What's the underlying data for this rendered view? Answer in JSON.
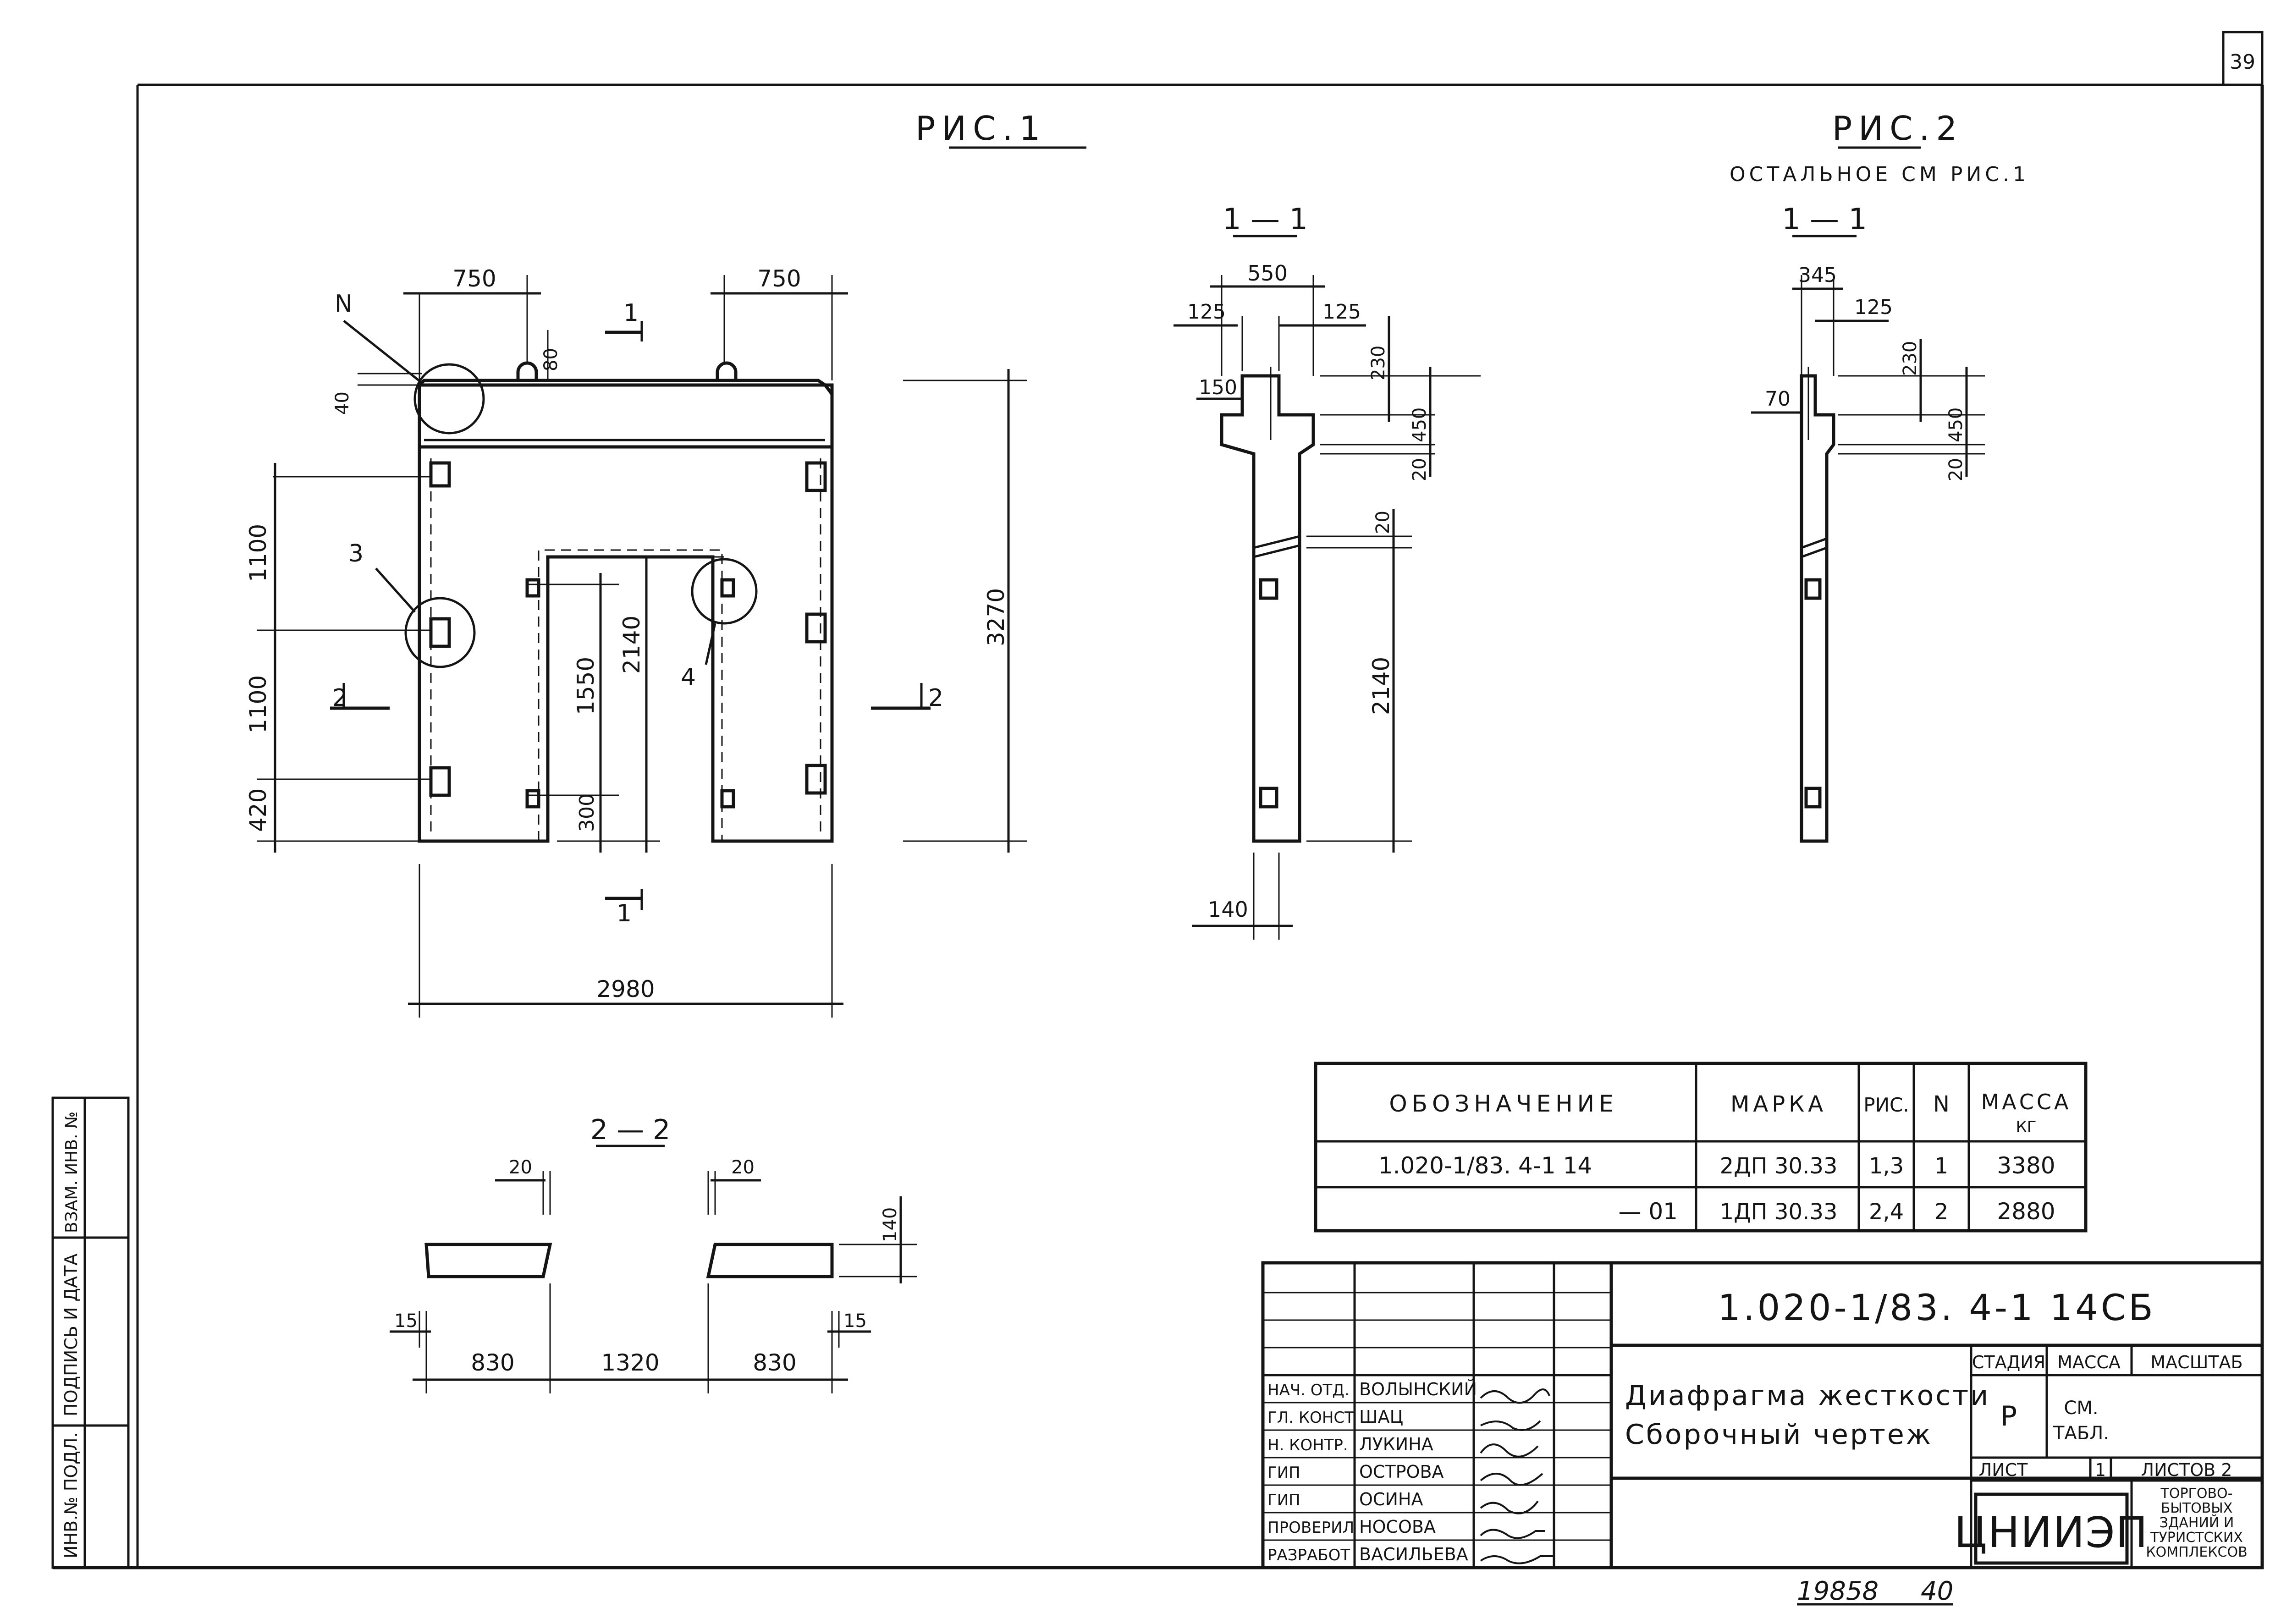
{
  "sheet_number": "39",
  "figures": {
    "fig1_title": "РИС.1",
    "fig2_title": "РИС.2",
    "fig2_note": "ОСТАЛЬНОЕ СМ РИС.1",
    "section_1_1": "1 — 1",
    "section_2_2": "2 — 2"
  },
  "fig1": {
    "dim_top_left": "750",
    "dim_top_right": "750",
    "dim_80": "80",
    "dim_40": "40",
    "dim_1100_top": "1100",
    "dim_1100_bottom": "1100",
    "dim_420": "420",
    "dim_1550": "1550",
    "dim_2140": "2140",
    "dim_300": "300",
    "dim_3270": "3270",
    "dim_2980": "2980",
    "callout_n": "N",
    "callout_3": "3",
    "callout_4": "4",
    "cut_1": "1",
    "cut_2": "2"
  },
  "section_a": {
    "dim_550": "550",
    "dim_125_left": "125",
    "dim_125_right": "125",
    "dim_150": "150",
    "dim_230": "230",
    "dim_450": "450",
    "dim_20_top": "20",
    "dim_20_mid": "20",
    "dim_2140": "2140",
    "dim_140": "140"
  },
  "section_b": {
    "dim_345": "345",
    "dim_125": "125",
    "dim_70": "70",
    "dim_230": "230",
    "dim_450": "450",
    "dim_20": "20"
  },
  "section_22": {
    "dim_20_left": "20",
    "dim_20_right": "20",
    "dim_140": "140",
    "dim_15_left": "15",
    "dim_15_right": "15",
    "dim_830_left": "830",
    "dim_1320": "1320",
    "dim_830_right": "830"
  },
  "spec_table": {
    "headers": [
      "ОБОЗНАЧЕНИЕ",
      "МАРКА",
      "РИС.",
      "N",
      "МАССА",
      "КГ"
    ],
    "rows": [
      [
        "1.020-1/83. 4-1 14",
        "2ДП 30.33",
        "1,3",
        "1",
        "3380"
      ],
      [
        "— 01",
        "1ДП 30.33",
        "2,4",
        "2",
        "2880"
      ]
    ]
  },
  "title_block": {
    "doc_code": "1.020-1/83. 4-1 14СБ",
    "doc_title_line1": "Диафрагма жесткости",
    "doc_title_line2": "Сборочный чертеж",
    "stage_header": "СТАДИЯ",
    "mass_header": "МАССА",
    "scale_header": "МАСШТАБ",
    "stage_value": "Р",
    "mass_value_1": "СМ.",
    "mass_value_2": "ТАБЛ.",
    "sheet_label": "ЛИСТ",
    "sheet_value": "1",
    "sheets_label": "ЛИСТОВ 2",
    "org_logo": "ЦНИИЭП",
    "org_name": [
      "ТОРГОВО-",
      "БЫТОВЫХ",
      "ЗДАНИЙ И",
      "ТУРИСТСКИХ",
      "КОМПЛЕКСОВ"
    ],
    "roles": [
      {
        "role": "НАЧ. ОТД.",
        "name": "ВОЛЫНСКИЙ"
      },
      {
        "role": "ГЛ. КОНСТ",
        "name": "ШАЦ"
      },
      {
        "role": "Н. КОНТР.",
        "name": "ЛУКИНА"
      },
      {
        "role": "ГИП",
        "name": "ОСТРОВА"
      },
      {
        "role": "ГИП",
        "name": "ОСИНА"
      },
      {
        "role": "ПРОВЕРИЛ",
        "name": "НОСОВА"
      },
      {
        "role": "РАЗРАБОТ",
        "name": "ВАСИЛЬЕВА"
      }
    ]
  },
  "left_stamp": [
    "ИНВ.№ ПОДЛ.",
    "ПОДПИСЬ И ДАТА",
    "ВЗАМ. ИНВ. №"
  ],
  "archive_number": "19858",
  "archive_suffix": "40"
}
